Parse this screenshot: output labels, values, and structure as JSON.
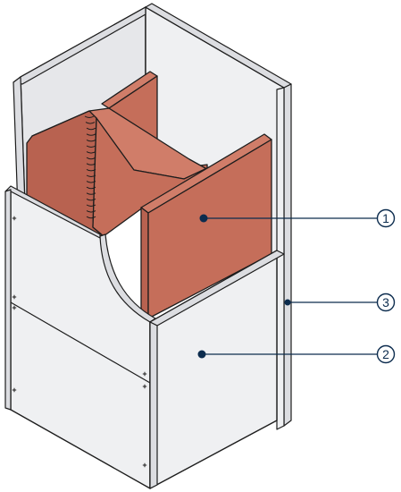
{
  "colors": {
    "board": "#eff0f2",
    "board_back": "#e6e7ea",
    "board_edge": "#dcdde1",
    "outline": "#1d1d1d",
    "steel": "#c56e5a",
    "steel_dark": "#b86250",
    "steel_light": "#d07d69",
    "leader": "#0c2c4e"
  },
  "callouts": [
    {
      "number": "1"
    },
    {
      "number": "3"
    },
    {
      "number": "2"
    }
  ],
  "icons": {
    "screw": "screw-icon",
    "weld": "weld-seam-icon"
  }
}
